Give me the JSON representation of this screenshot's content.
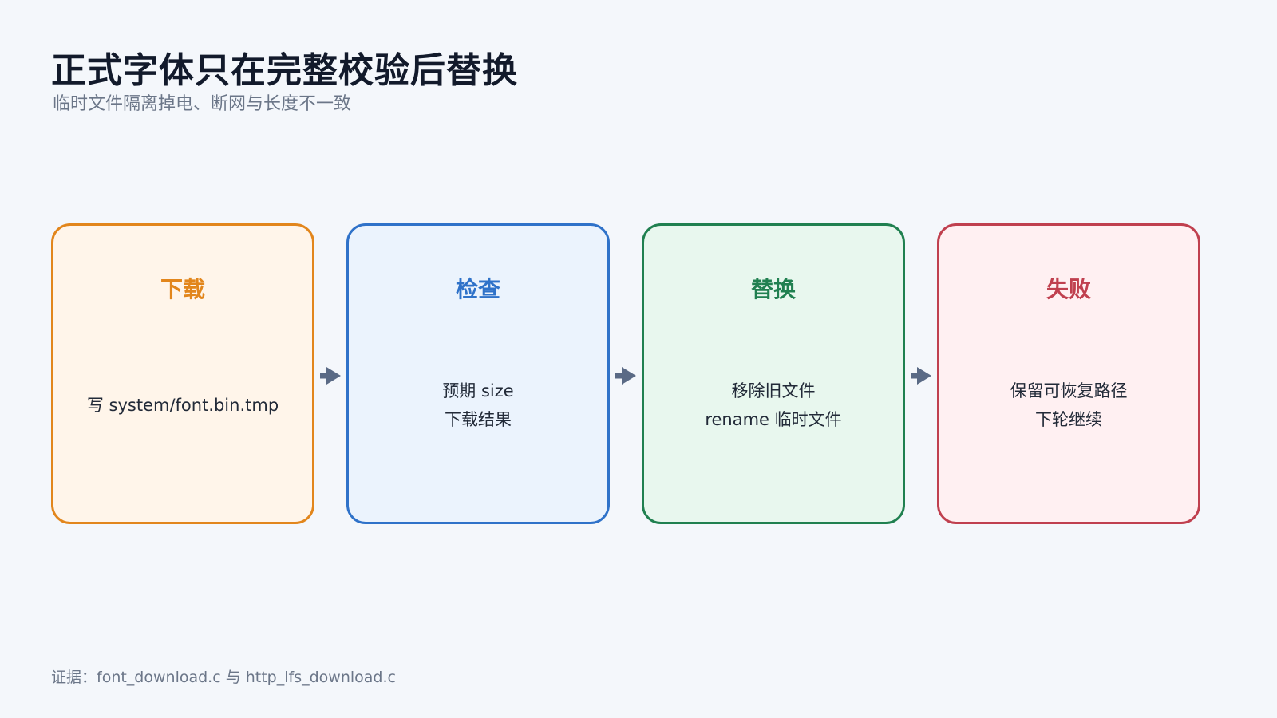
{
  "title": "正式字体只在完整校验后替换",
  "subtitle": "临时文件隔离掉电、断网与长度不一致",
  "steps": [
    {
      "title": "下载",
      "lines": [
        "写 system/font.bin.tmp"
      ],
      "color": "#e2861c",
      "bg": "#fff5ea"
    },
    {
      "title": "检查",
      "lines": [
        "预期 size",
        "下载结果"
      ],
      "color": "#2f72c9",
      "bg": "#ebf3fd"
    },
    {
      "title": "替换",
      "lines": [
        "移除旧文件",
        "rename 临时文件"
      ],
      "color": "#208050",
      "bg": "#e8f7ee"
    },
    {
      "title": "失败",
      "lines": [
        "保留可恢复路径",
        "下轮继续"
      ],
      "color": "#c0404f",
      "bg": "#fff0f2"
    }
  ],
  "arrow_color": "#5a6a85",
  "footer": "证据：font_download.c 与 http_lfs_download.c"
}
